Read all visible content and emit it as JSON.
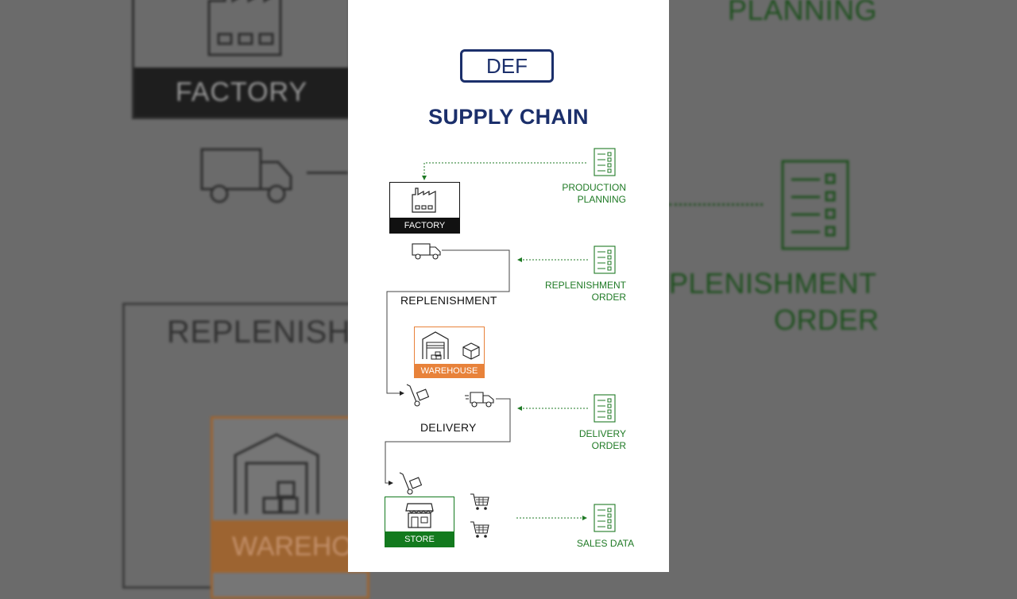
{
  "badge": "DEF",
  "title": "SUPPLY CHAIN",
  "nodes": {
    "factory": "FACTORY",
    "warehouse": "WAREHOUSE",
    "store": "STORE"
  },
  "flows": {
    "replenishment": "REPLENISHMENT",
    "delivery": "DELIVERY"
  },
  "info": {
    "production_planning": [
      "PRODUCTION",
      "PLANNING"
    ],
    "replenishment_order": [
      "REPLENISHMENT",
      "ORDER"
    ],
    "delivery_order": [
      "DELIVERY",
      "ORDER"
    ],
    "sales_data": "SALES DATA"
  },
  "background": {
    "factory": "FACTORY",
    "planning": "PLANNING",
    "replenish": "REPLENISH",
    "plenishment": "PLENISHMENT",
    "order": "ORDER",
    "wareho": "WAREHO"
  },
  "colors": {
    "navy": "#1b2f6b",
    "green": "#1f7a25",
    "orange": "#e8823a",
    "store_green": "#137a1e"
  },
  "icons": [
    "factory-icon",
    "truck-icon",
    "document-list-icon",
    "warehouse-icon",
    "box-icon",
    "hand-truck-icon",
    "store-icon",
    "shopping-cart-icon"
  ]
}
